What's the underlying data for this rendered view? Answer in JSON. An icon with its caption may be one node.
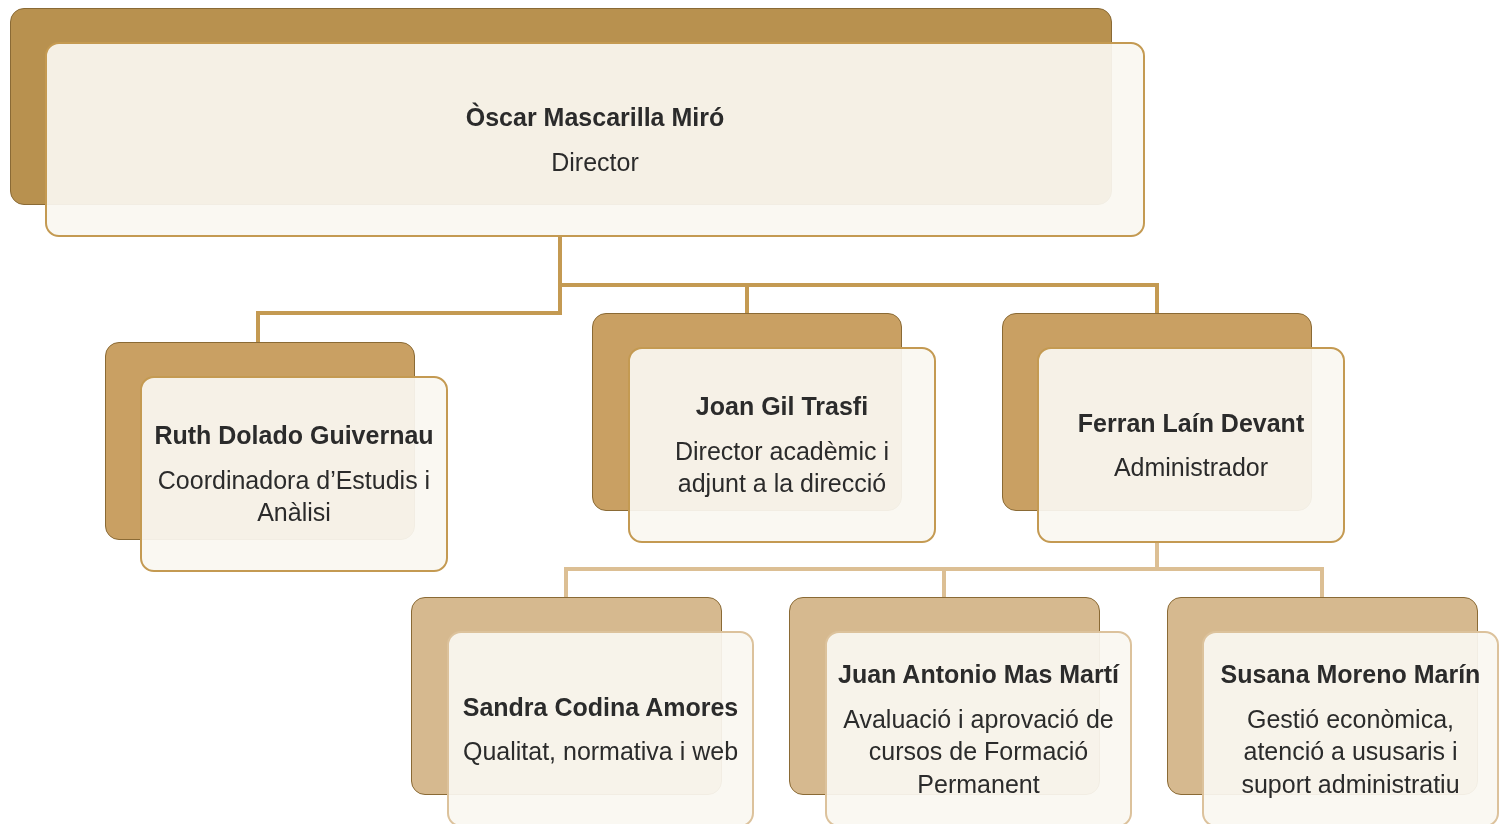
{
  "diagram": {
    "nodes": [
      {
        "text": [
          "Òscar Mascarilla Miró",
          "Director"
        ]
      },
      {
        "text": [
          "Ruth Dolado Guivernau",
          "Coordinadora d’Estudis i Anàlisi"
        ]
      },
      {
        "text": [
          "Joan Gil Trasfi",
          "Director acadèmic i adjunt a la direcció"
        ]
      },
      {
        "text": [
          "Ferran Laín Devant",
          "Administrador"
        ]
      },
      {
        "text": [
          "Sandra Codina Amores",
          "Qualitat, normativa i web"
        ]
      },
      {
        "text": [
          "Juan Antonio Mas Martí",
          "Avaluació i aprovació de cursos de Formació Permanent"
        ]
      },
      {
        "text": [
          "Susana Moreno Marín",
          "Gestió econòmica, atenció a ususaris i suport administratiu"
        ]
      }
    ],
    "edges": [
      {
        "from": 0,
        "to": 1,
        "arrow": "none"
      },
      {
        "from": 0,
        "to": 2,
        "arrow": "none"
      },
      {
        "from": 0,
        "to": 3,
        "arrow": "none"
      },
      {
        "from": 3,
        "to": 4,
        "arrow": "none",
        "color": "#dcbf94"
      },
      {
        "from": 3,
        "to": 5,
        "arrow": "none",
        "color": "#dcbf94"
      },
      {
        "from": 3,
        "to": 6,
        "arrow": "none",
        "color": "#dcbf94"
      }
    ]
  }
}
